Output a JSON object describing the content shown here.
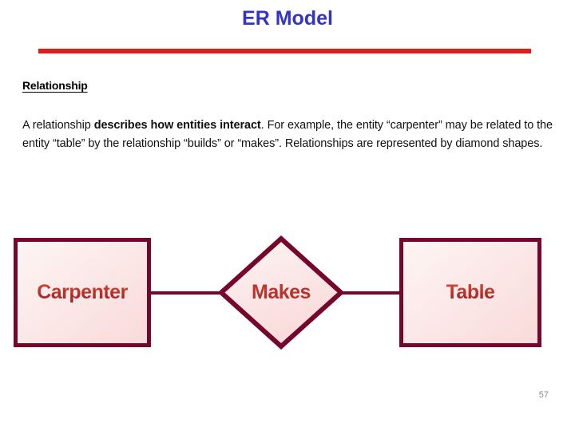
{
  "slide": {
    "title": "ER Model",
    "page_number": "57",
    "accent_rule_color": "#e01b1b",
    "title_color": "#3333cc"
  },
  "content": {
    "heading": "Relationship",
    "paragraph": {
      "segments": [
        {
          "text": "A relationship ",
          "bold": false
        },
        {
          "text": "describes how entities interact",
          "bold": true
        },
        {
          "text": ". For example, the entity “carpenter” may be related to the entity “table” by the relationship “builds” or “makes”. Relationships are represented by diamond shapes.",
          "bold": false
        }
      ]
    }
  },
  "diagram": {
    "type": "er-diagram",
    "shape_border_color": "#75062c",
    "shape_fill_color": "#fbe0df",
    "shape_text_color": "#b5302a",
    "entities": [
      {
        "id": "carpenter",
        "label": "Carpenter",
        "shape": "rectangle"
      },
      {
        "id": "table",
        "label": "Table",
        "shape": "rectangle"
      }
    ],
    "relationships": [
      {
        "id": "makes",
        "label": "Makes",
        "shape": "diamond",
        "from": "carpenter",
        "to": "table"
      }
    ]
  }
}
